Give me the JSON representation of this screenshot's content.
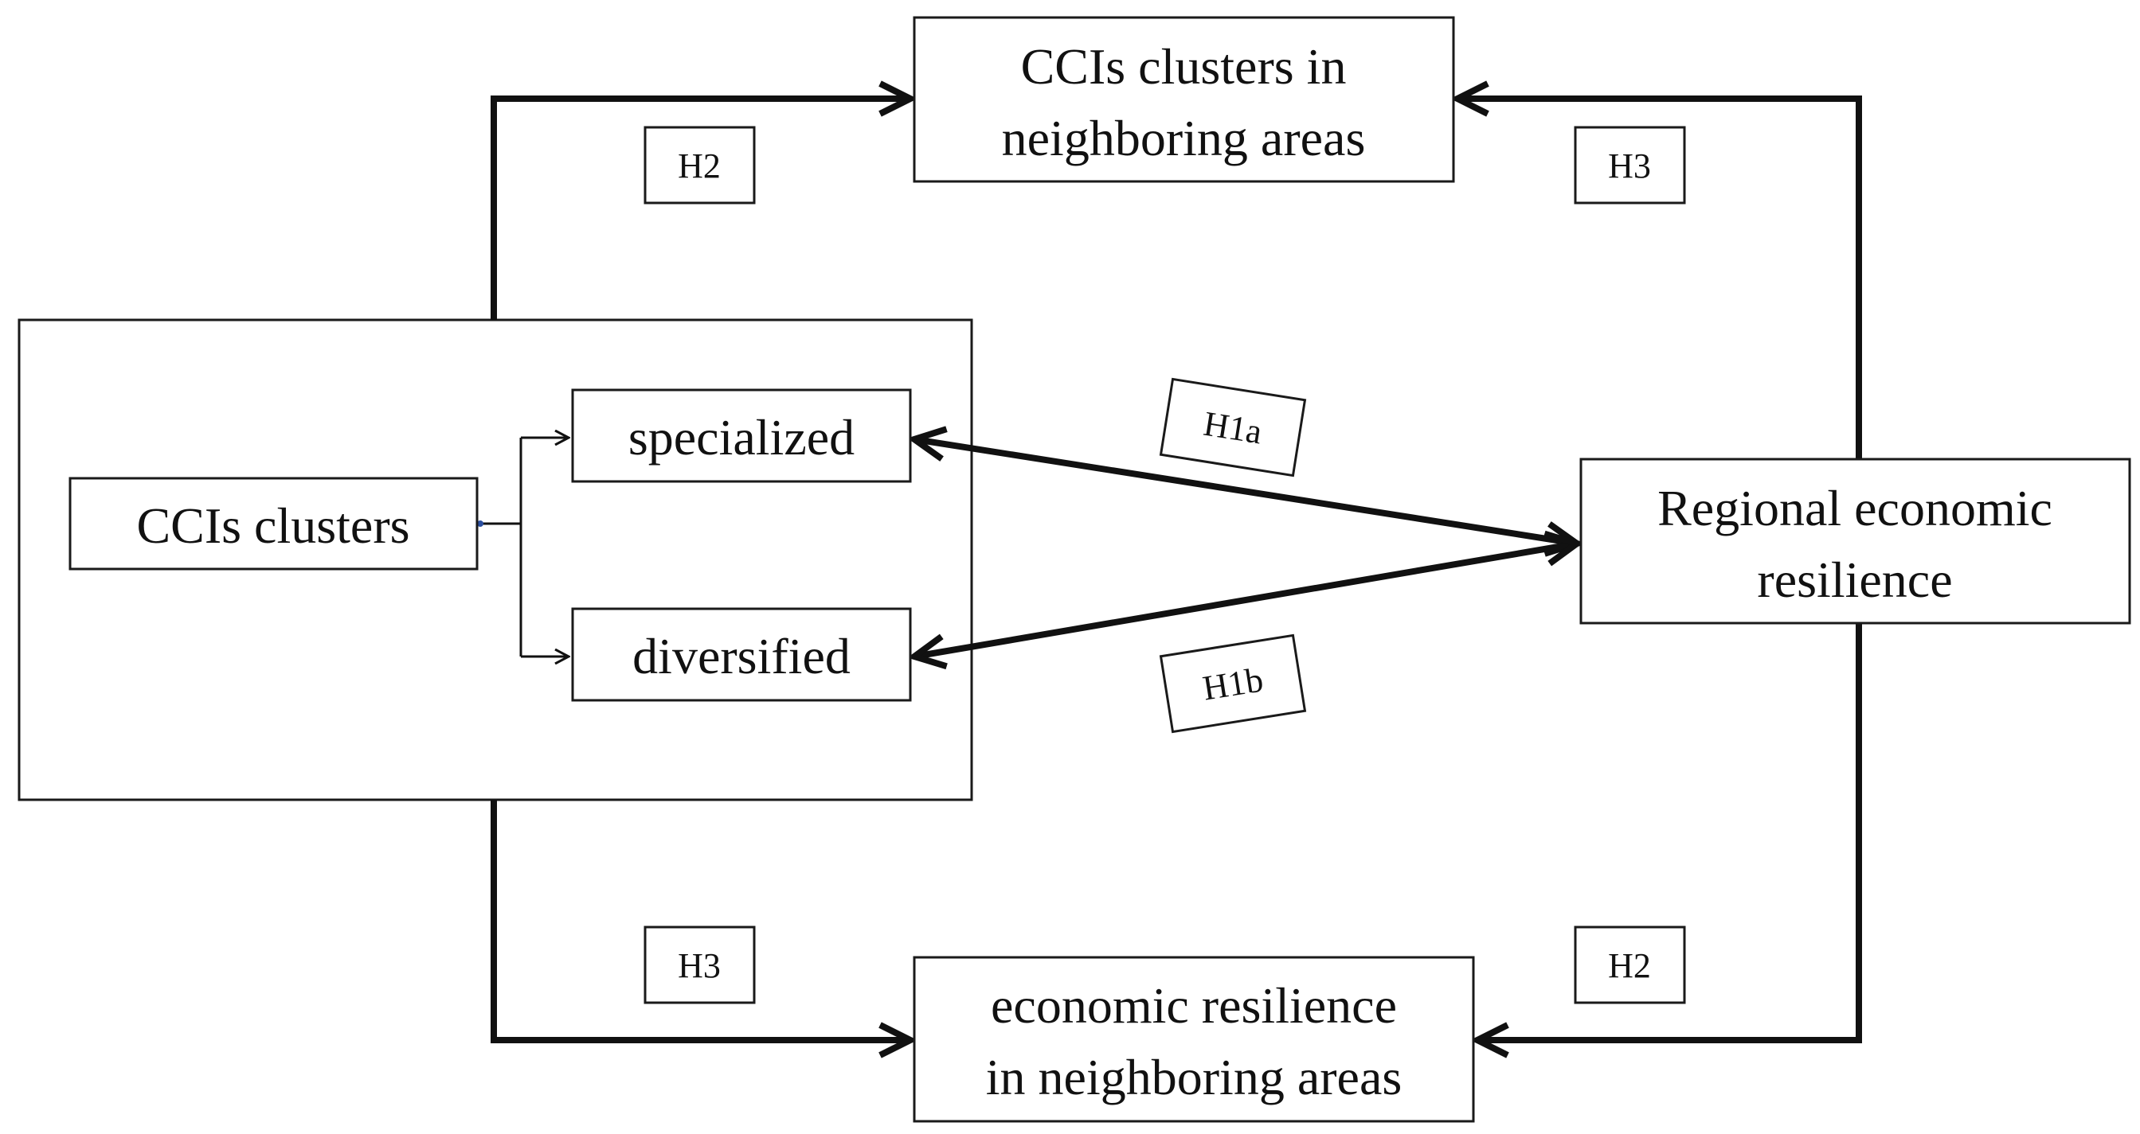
{
  "nodes": {
    "cci_clusters": "CCIs clusters",
    "specialized": "specialized",
    "diversified": "diversified",
    "regional_resilience": [
      "Regional economic",
      "resilience"
    ],
    "cci_neighboring": [
      "CCIs clusters in",
      "neighboring areas"
    ],
    "resilience_neighboring": [
      "economic resilience",
      "in neighboring areas"
    ]
  },
  "labels": {
    "h2_top": "H2",
    "h3_top": "H3",
    "h1a": "H1a",
    "h1b": "H1b",
    "h3_bottom": "H3",
    "h2_bottom": "H2"
  },
  "colors": {
    "line": "#111111",
    "connector_dot": "#2b4fa0"
  }
}
